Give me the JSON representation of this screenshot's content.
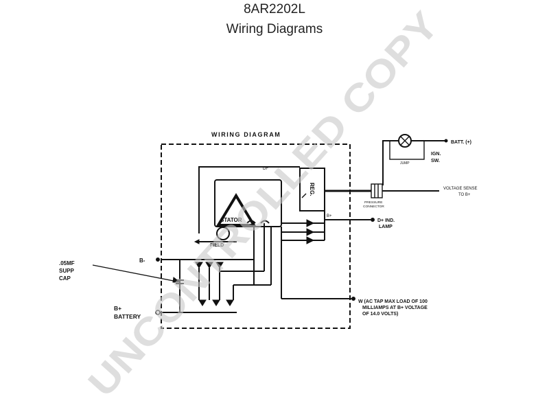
{
  "header": {
    "model": "8AR2202L",
    "subtitle": "Wiring Diagrams"
  },
  "diagram": {
    "title": "WIRING DIAGRAM",
    "labels": {
      "batt": "BATT. (+)",
      "ign": "IGN.",
      "sw": "SW.",
      "jump": "JUMP",
      "voltage_sense_1": "VOLTAGE SENSE",
      "voltage_sense_2": "TO B+",
      "connector_1": "PRESSURE",
      "connector_2": "CONNECTOR",
      "reg": "REG.",
      "df": "DF",
      "b_plus_reg": "B+",
      "ind_lamp_1": "D+ IND.",
      "ind_lamp_2": "LAMP",
      "stator": "STATOR",
      "field": "FIELD",
      "b_minus": "B-",
      "cap_1": ".05MF",
      "cap_2": "SUPP",
      "cap_3": "CAP",
      "battery_1": "B+",
      "battery_2": "BATTERY",
      "w_1": "W (AC TAP MAX LOAD OF 100",
      "w_2": "MILLIAMPS AT B+ VOLTAGE",
      "w_3": "OF 14.0 VOLTS)"
    }
  },
  "watermark": "UNCONTROLLED COPY"
}
